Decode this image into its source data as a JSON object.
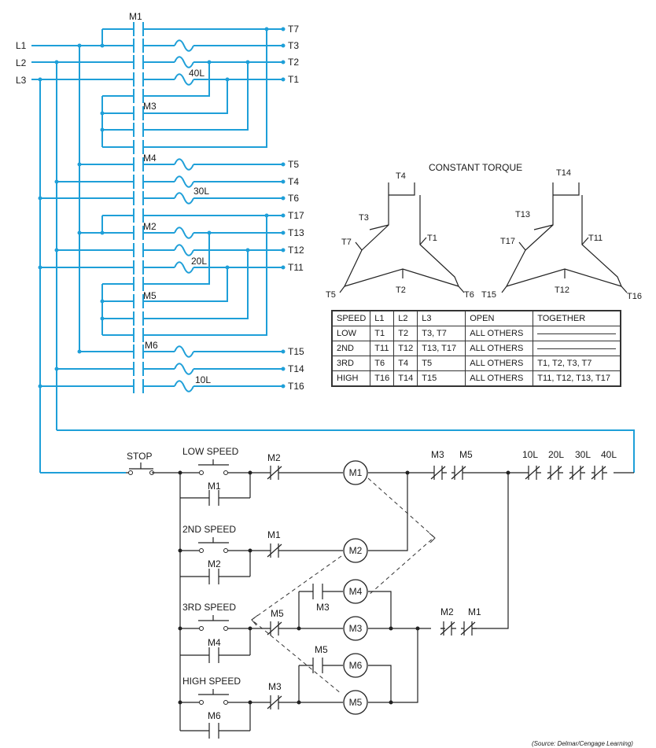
{
  "lines": [
    "L1",
    "L2",
    "L3"
  ],
  "terminals": [
    "T7",
    "T3",
    "T2",
    "T1",
    "T5",
    "T4",
    "T6",
    "T17",
    "T13",
    "T12",
    "T11",
    "T15",
    "T14",
    "T16"
  ],
  "power_contactors": [
    "M1",
    "M3",
    "M4",
    "M2",
    "M5",
    "M6"
  ],
  "overloads": [
    "40L",
    "30L",
    "20L",
    "10L"
  ],
  "diagram_title": "CONSTANT TORQUE",
  "wye_left": {
    "top": "T4",
    "left": "T3",
    "left2": "T7",
    "right": "T1",
    "bottom_left": "T5",
    "center": "T2",
    "bottom_right": "T6"
  },
  "wye_right": {
    "top": "T14",
    "left": "T13",
    "left2": "T17",
    "right": "T11",
    "bottom_left": "T15",
    "center": "T12",
    "bottom_right": "T16"
  },
  "table": {
    "headers": [
      "SPEED",
      "L1",
      "L2",
      "L3",
      "OPEN",
      "TOGETHER"
    ],
    "rows": [
      [
        "LOW",
        "T1",
        "T2",
        "T3, T7",
        "ALL OTHERS",
        ""
      ],
      [
        "2ND",
        "T11",
        "T12",
        "T13, T17",
        "ALL OTHERS",
        ""
      ],
      [
        "3RD",
        "T6",
        "T4",
        "T5",
        "ALL OTHERS",
        "T1, T2, T3, T7"
      ],
      [
        "HIGH",
        "T16",
        "T14",
        "T15",
        "ALL OTHERS",
        "T11, T12, T13, T17"
      ]
    ]
  },
  "control": {
    "stop": "STOP",
    "buttons": [
      "LOW SPEED",
      "2ND SPEED",
      "3RD SPEED",
      "HIGH SPEED"
    ],
    "holding": [
      "M1",
      "M2",
      "M4",
      "M6"
    ],
    "interlocks": {
      "m2": "M2",
      "m1": "M1",
      "m5a": "M5",
      "m3a": "M3",
      "m3b": "M3",
      "m5b": "M5",
      "m5c": "M5",
      "m2b": "M2",
      "m1b": "M1",
      "m3c": "M3"
    },
    "coils": [
      "M1",
      "M2",
      "M4",
      "M3",
      "M6",
      "M5"
    ],
    "overload_contacts": [
      "10L",
      "20L",
      "30L",
      "40L"
    ]
  },
  "source": "(Source: Delmar/Cengage Learning)"
}
